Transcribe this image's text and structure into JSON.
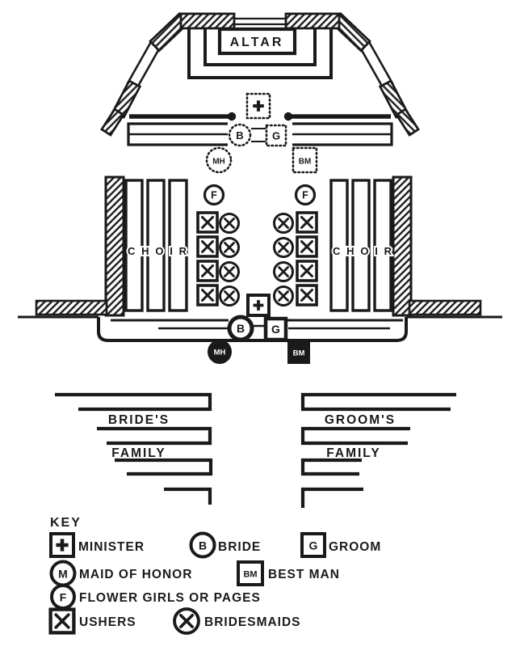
{
  "diagram": {
    "altar_label": "ALTAR",
    "choir_label": "CHOIR",
    "brides_side": {
      "line1": "BRIDE'S",
      "line2": "FAMILY"
    },
    "grooms_side": {
      "line1": "GROOM'S",
      "line2": "FAMILY"
    }
  },
  "symbols": {
    "minister": "+",
    "bride": "B",
    "groom": "G",
    "maid_of_honor": "M",
    "maid_of_honor_abbr": "MH",
    "best_man_abbr": "BM",
    "flower_girl": "F",
    "usher": "X",
    "bridesmaid": "X"
  },
  "attendant_counts": {
    "ushers": 8,
    "bridesmaids": 8,
    "flower_girls_or_pages": 2
  },
  "key": {
    "title": "KEY",
    "entries": [
      {
        "symbol": "+",
        "shape": "square",
        "label": "MINISTER"
      },
      {
        "symbol": "B",
        "shape": "circle",
        "label": "BRIDE"
      },
      {
        "symbol": "G",
        "shape": "square",
        "label": "GROOM"
      },
      {
        "symbol": "M",
        "shape": "circle",
        "label": "MAID OF HONOR"
      },
      {
        "symbol": "BM",
        "shape": "square",
        "label": "BEST MAN"
      },
      {
        "symbol": "F",
        "shape": "circle",
        "label": "FLOWER GIRLS OR PAGES"
      },
      {
        "symbol": "X",
        "shape": "square",
        "label": "USHERS"
      },
      {
        "symbol": "X",
        "shape": "circle",
        "label": "BRIDESMAIDS"
      }
    ]
  },
  "colors": {
    "ink": "#1a1a1a",
    "background": "#ffffff"
  }
}
